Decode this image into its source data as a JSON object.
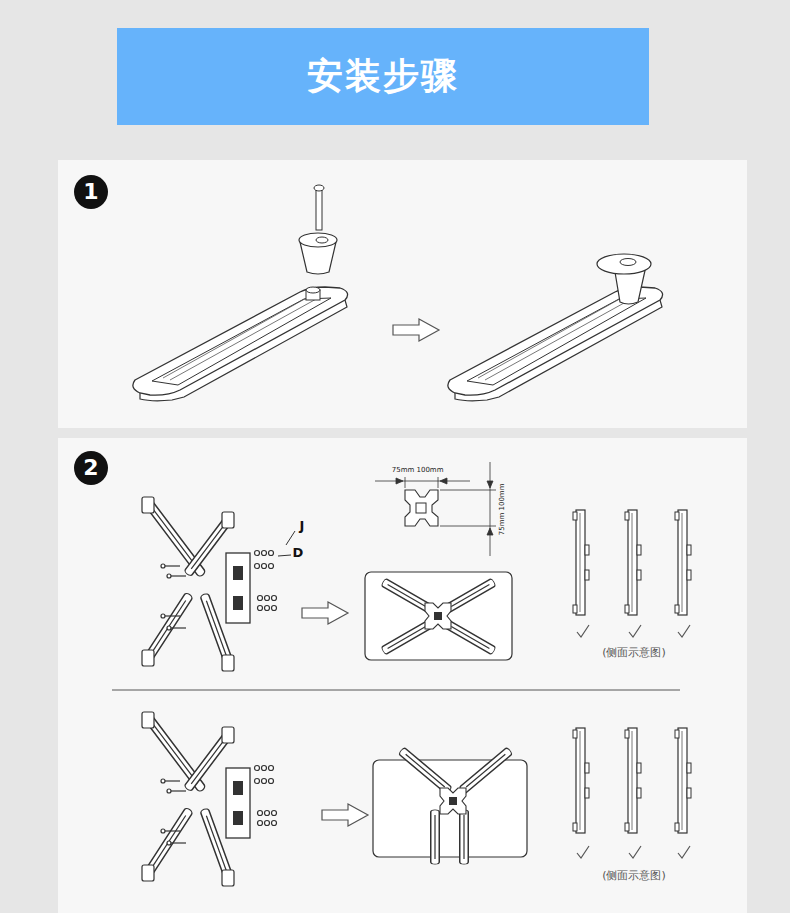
{
  "diagram": {
    "title": "安装步骤",
    "nodes": [
      {
        "text": [
          "1"
        ]
      },
      {
        "text": [
          "2"
        ]
      }
    ],
    "labels": [
      "J",
      "D",
      "75mm",
      "100mm",
      "75mm",
      "100mm",
      "(侧面示意图)",
      "(侧面示意图)"
    ]
  }
}
